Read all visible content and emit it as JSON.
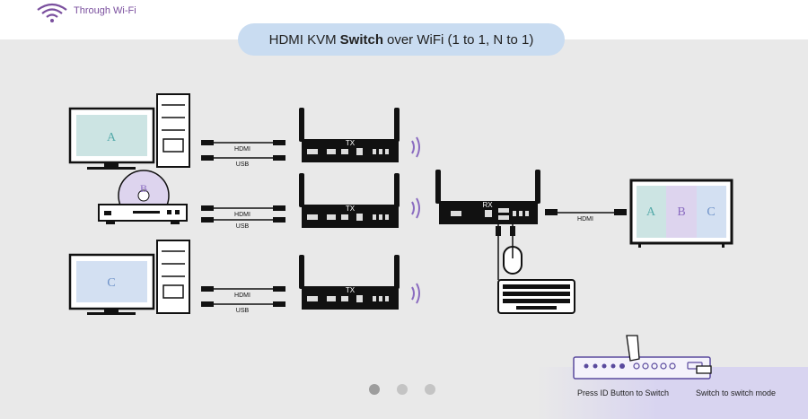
{
  "header": {
    "brand_label": "Through Wi-Fi",
    "icon": "wifi-icon"
  },
  "title": {
    "prefix": "HDMI KVM",
    "bold": "Switch",
    "suffix": "over WiFi (1 to 1, N to 1)"
  },
  "sources": [
    {
      "label": "A",
      "cable_top": "HDMI",
      "cable_bottom": "USB",
      "tx_label": "TX"
    },
    {
      "label": "B",
      "cable_top": "HDMI",
      "cable_bottom": "USB",
      "tx_label": "TX"
    },
    {
      "label": "C",
      "cable_top": "HDMI",
      "cable_bottom": "USB",
      "tx_label": "TX"
    }
  ],
  "receiver": {
    "label": "RX",
    "output_cable": "HDMI"
  },
  "display": {
    "panels": [
      "A",
      "B",
      "C"
    ]
  },
  "captions": {
    "press_id": "Press ID Button to Switch",
    "switch_mode": "Switch to switch mode"
  },
  "pagination": {
    "count": 3,
    "active": 0
  },
  "colors": {
    "brand": "#7a4f9e",
    "pill": "#c9dcf1",
    "panel_a": "#cce4e3",
    "panel_b": "#ddd4ee",
    "panel_c": "#d3e0f2"
  }
}
